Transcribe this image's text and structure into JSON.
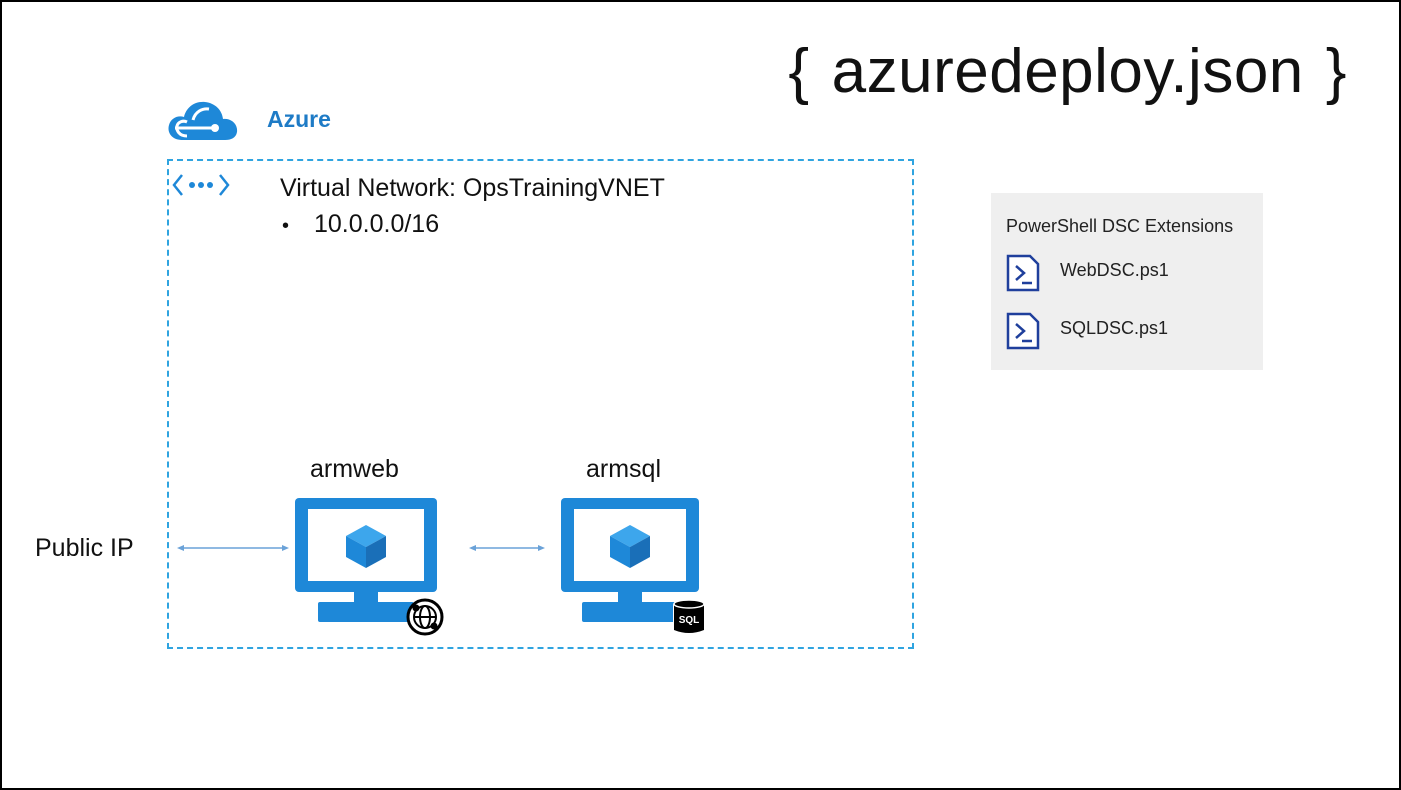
{
  "title": {
    "open_brace": "{",
    "text": "azuredeploy.json",
    "close_brace": "}"
  },
  "azure": {
    "label": "Azure",
    "icon": "azure-cloud-icon",
    "color": "#1e7bc6"
  },
  "vnet": {
    "title": "Virtual Network: OpsTrainingVNET",
    "bullet_symbol": "•",
    "address_space": "10.0.0.0/16",
    "icon": "vnet-icon",
    "border_color": "#2fa4e0"
  },
  "vms": [
    {
      "name": "armweb",
      "badge": "web-globe-badge-icon"
    },
    {
      "name": "armsql",
      "badge": "sql-database-badge-icon",
      "badge_text": "SQL"
    }
  ],
  "public_ip": {
    "label": "Public IP"
  },
  "dsc_panel": {
    "title": "PowerShell DSC Extensions",
    "items": [
      {
        "name": "WebDSC.ps1",
        "icon": "powershell-script-icon"
      },
      {
        "name": "SQLDSC.ps1",
        "icon": "powershell-script-icon"
      }
    ],
    "background": "#efefef"
  },
  "colors": {
    "vm_blue": "#1e88d8",
    "cube_blue": "#1e88d8",
    "arrow": "#6aa2d8",
    "ps_icon": "#1f3f9c"
  }
}
